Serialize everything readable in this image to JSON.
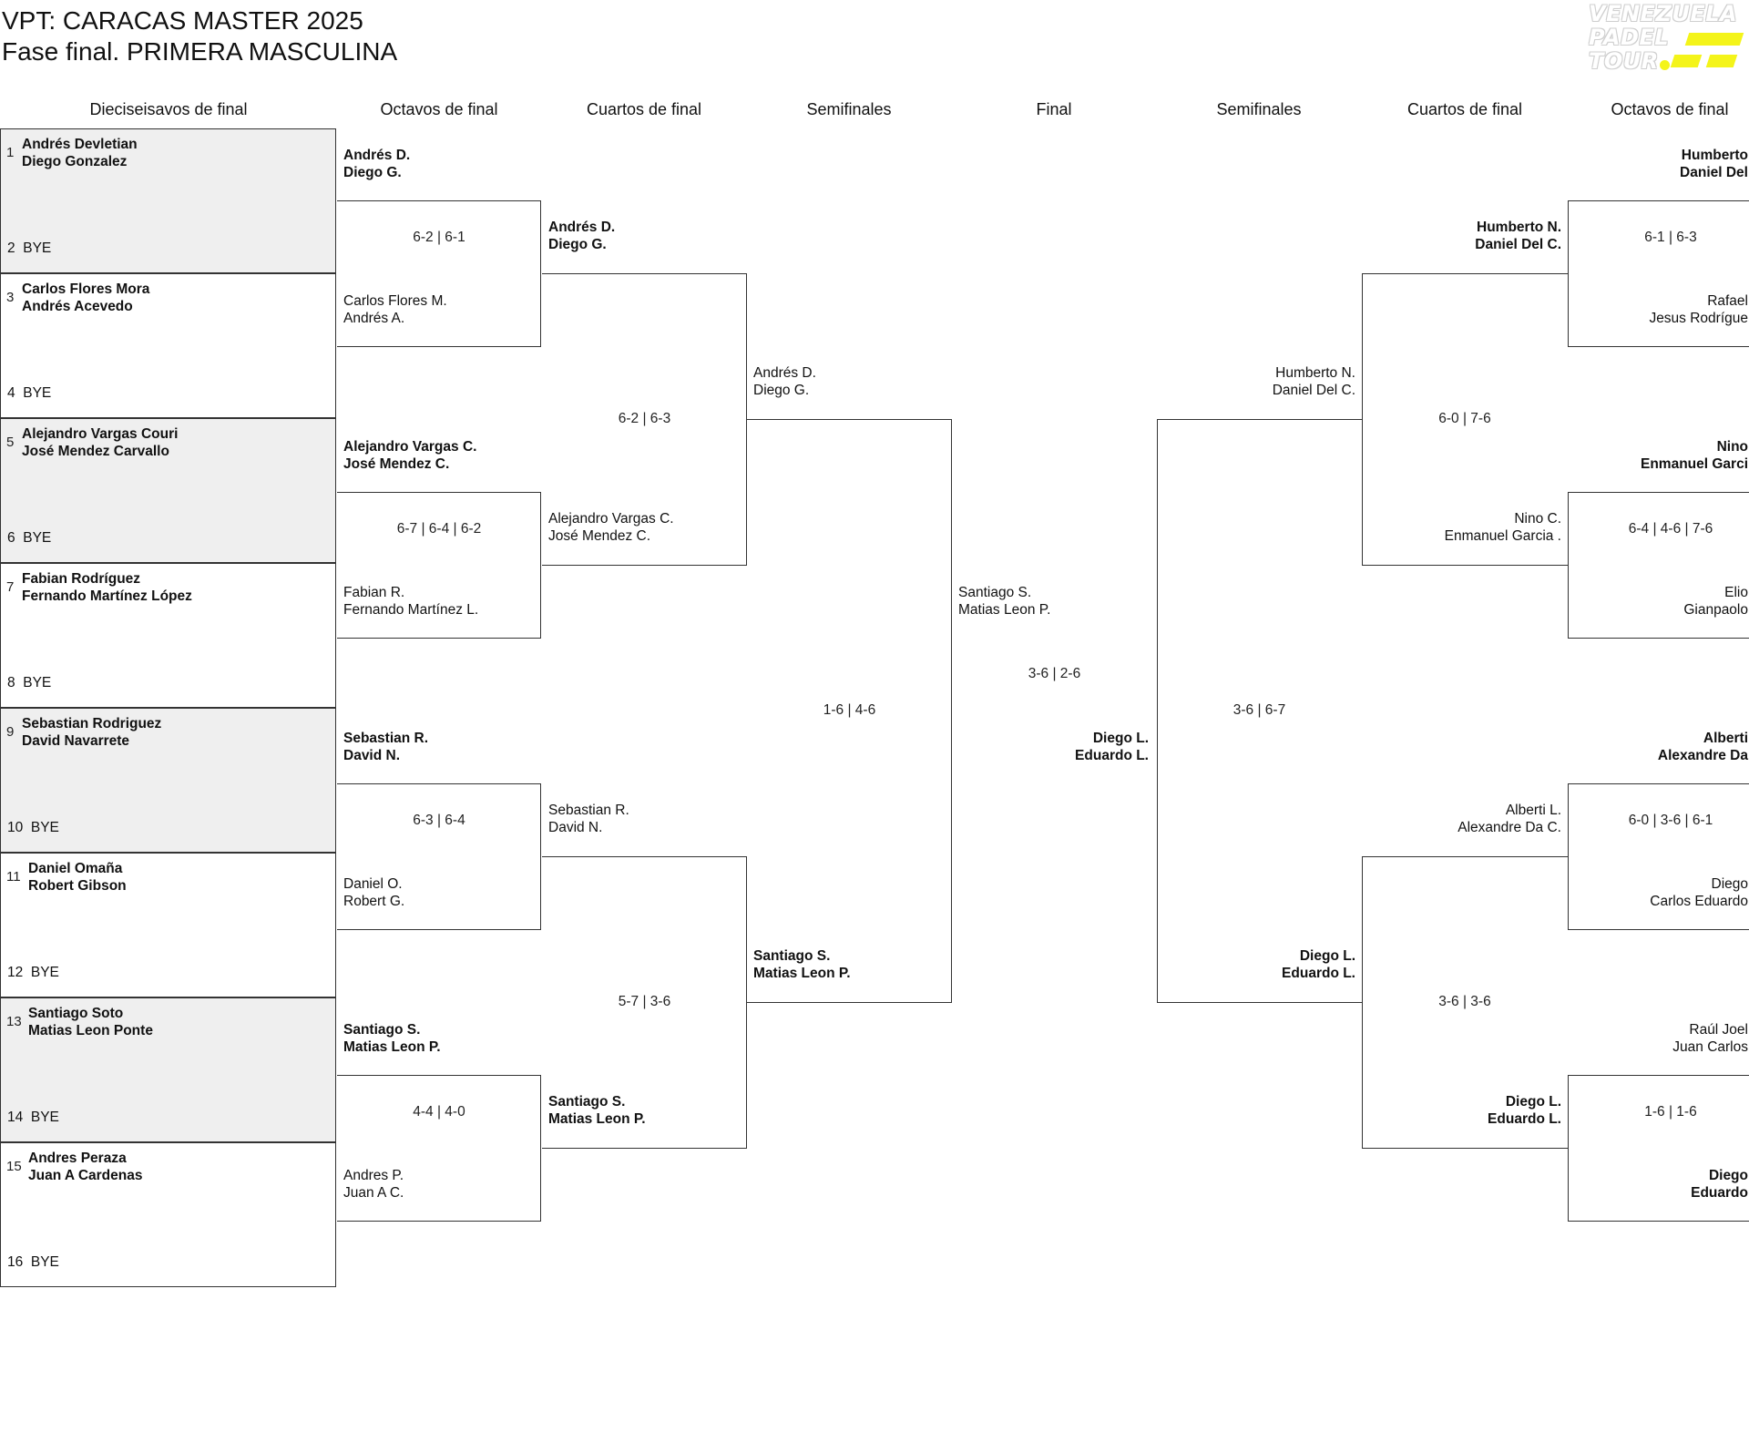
{
  "header": {
    "title": "VPT: CARACAS MASTER 2025",
    "subtitle": "Fase final. PRIMERA MASCULINA"
  },
  "logo": {
    "lines": [
      "VENEZUELA",
      "PADEL",
      "TOUR"
    ],
    "accent_color": "#f4f41a"
  },
  "columns": [
    "Dieciseisavos de final",
    "Octavos de final",
    "Cuartos de final",
    "Semifinales",
    "Final",
    "Semifinales",
    "Cuartos de final",
    "Octavos de final"
  ],
  "colors": {
    "shaded_row": "#efefef",
    "line": "#333333",
    "text": "#111111"
  },
  "seeds": [
    {
      "number": "1",
      "p1": "Andrés Devletian",
      "p2": "Diego Gonzalez"
    },
    {
      "number": "2",
      "bye": "BYE"
    },
    {
      "number": "3",
      "p1": "Carlos Flores Mora",
      "p2": "Andrés Acevedo"
    },
    {
      "number": "4",
      "bye": "BYE"
    },
    {
      "number": "5",
      "p1": "Alejandro Vargas Couri",
      "p2": "José Mendez Carvallo"
    },
    {
      "number": "6",
      "bye": "BYE"
    },
    {
      "number": "7",
      "p1": "Fabian Rodríguez",
      "p2": "Fernando Martínez López"
    },
    {
      "number": "8",
      "bye": "BYE"
    },
    {
      "number": "9",
      "p1": "Sebastian Rodriguez",
      "p2": "David Navarrete"
    },
    {
      "number": "10",
      "bye": "BYE"
    },
    {
      "number": "11",
      "p1": "Daniel Omaña",
      "p2": "Robert Gibson"
    },
    {
      "number": "12",
      "bye": "BYE"
    },
    {
      "number": "13",
      "p1": "Santiago Soto",
      "p2": "Matias Leon Ponte"
    },
    {
      "number": "14",
      "bye": "BYE"
    },
    {
      "number": "15",
      "p1": "Andres Peraza",
      "p2": "Juan A Cardenas"
    },
    {
      "number": "16",
      "bye": "BYE"
    }
  ],
  "left_r16": [
    {
      "top": {
        "p1": "Andrés D.",
        "p2": "Diego G.",
        "winner": true
      },
      "score": "6-2 | 6-1",
      "bottom": {
        "p1": "Carlos Flores M.",
        "p2": "Andrés A.",
        "winner": false
      }
    },
    {
      "top": {
        "p1": "Alejandro Vargas C.",
        "p2": "José Mendez C.",
        "winner": true
      },
      "score": "6-7 | 6-4 | 6-2",
      "bottom": {
        "p1": "Fabian R.",
        "p2": "Fernando Martínez L.",
        "winner": false
      }
    },
    {
      "top": {
        "p1": "Sebastian R.",
        "p2": "David N.",
        "winner": true
      },
      "score": "6-3 | 6-4",
      "bottom": {
        "p1": "Daniel O.",
        "p2": "Robert G.",
        "winner": false
      }
    },
    {
      "top": {
        "p1": "Santiago S.",
        "p2": "Matias Leon P.",
        "winner": true
      },
      "score": "4-4 | 4-0",
      "bottom": {
        "p1": "Andres P.",
        "p2": "Juan A C.",
        "winner": false
      }
    }
  ],
  "left_qf": [
    {
      "top": {
        "p1": "Andrés D.",
        "p2": "Diego G.",
        "winner": true
      },
      "score": "6-2 | 6-3",
      "bottom": {
        "p1": "Alejandro Vargas C.",
        "p2": "José Mendez C.",
        "winner": false
      }
    },
    {
      "top": {
        "p1": "Sebastian R.",
        "p2": "David N.",
        "winner": false
      },
      "score": "5-7 | 3-6",
      "bottom": {
        "p1": "Santiago S.",
        "p2": "Matias Leon P.",
        "winner": true
      }
    }
  ],
  "left_sf": {
    "top": {
      "p1": "Andrés D.",
      "p2": "Diego G.",
      "winner": false
    },
    "score": "1-6 | 4-6",
    "bottom": {
      "p1": "Santiago S.",
      "p2": "Matias Leon P.",
      "winner": true
    }
  },
  "final": {
    "left": {
      "p1": "Santiago S.",
      "p2": "Matias Leon P.",
      "winner": false
    },
    "score": "3-6 | 2-6",
    "right": {
      "p1": "Diego L.",
      "p2": "Eduardo L.",
      "winner": true
    }
  },
  "right_sf": {
    "top": {
      "p1": "Humberto N.",
      "p2": "Daniel Del C.",
      "winner": false
    },
    "score": "3-6 | 6-7",
    "bottom": {
      "p1": "Diego L.",
      "p2": "Eduardo L.",
      "winner": true
    }
  },
  "right_qf": [
    {
      "top": {
        "p1": "Humberto N.",
        "p2": "Daniel Del C.",
        "winner": true
      },
      "score": "6-0 | 7-6",
      "bottom": {
        "p1": "Nino C.",
        "p2": "Enmanuel Garcia .",
        "winner": false
      }
    },
    {
      "top": {
        "p1": "Alberti L.",
        "p2": "Alexandre Da C.",
        "winner": false
      },
      "score": "3-6 | 3-6",
      "bottom": {
        "p1": "Diego L.",
        "p2": "Eduardo L.",
        "winner": true
      }
    }
  ],
  "right_r16": [
    {
      "top": {
        "p1": "Humberto",
        "p2": "Daniel Del",
        "winner": true
      },
      "score": "6-1 | 6-3",
      "bottom": {
        "p1": "Rafael",
        "p2": "Jesus Rodrígue",
        "winner": false
      }
    },
    {
      "top": {
        "p1": "Nino",
        "p2": "Enmanuel Garci",
        "winner": true
      },
      "score": "6-4 | 4-6 | 7-6",
      "bottom": {
        "p1": "Elio",
        "p2": "Gianpaolo",
        "winner": false
      }
    },
    {
      "top": {
        "p1": "Alberti",
        "p2": "Alexandre Da",
        "winner": true
      },
      "score": "6-0 | 3-6 | 6-1",
      "bottom": {
        "p1": "Diego",
        "p2": "Carlos Eduardo",
        "winner": false
      }
    },
    {
      "top": {
        "p1": "Raúl Joel",
        "p2": "Juan Carlos",
        "winner": false
      },
      "score": "1-6 | 1-6",
      "bottom": {
        "p1": "Diego",
        "p2": "Eduardo",
        "winner": true
      }
    }
  ]
}
